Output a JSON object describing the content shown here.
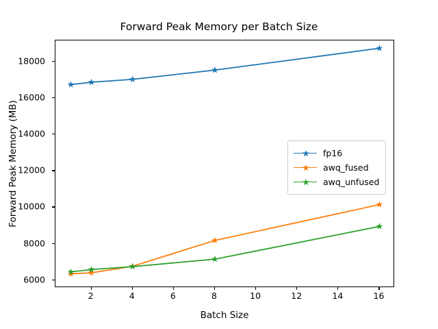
{
  "chart_data": {
    "type": "line",
    "title": "Forward Peak Memory per Batch Size",
    "xlabel": "Batch Size",
    "ylabel": "Forward Peak Memory (MB)",
    "x": [
      1,
      2,
      4,
      8,
      16
    ],
    "xlim": [
      0.25,
      16.75
    ],
    "ylim": [
      5570,
      19180
    ],
    "xticks": [
      2,
      4,
      6,
      8,
      10,
      12,
      14,
      16
    ],
    "xtick_labels": [
      "2",
      "4",
      "6",
      "8",
      "10",
      "12",
      "14",
      "16"
    ],
    "yticks": [
      6000,
      8000,
      10000,
      12000,
      14000,
      16000,
      18000
    ],
    "ytick_labels": [
      "6000",
      "8000",
      "10000",
      "12000",
      "14000",
      "16000",
      "18000"
    ],
    "grid": false,
    "legend_position": "center-right",
    "marker": "star",
    "series": [
      {
        "name": "fp16",
        "color": "#1f77b4",
        "values": [
          16750,
          16880,
          17040,
          17550,
          18750
        ]
      },
      {
        "name": "awq_fused",
        "color": "#ff7f0e",
        "values": [
          6340,
          6400,
          6760,
          8180,
          10150
        ]
      },
      {
        "name": "awq_unfused",
        "color": "#2ca02c",
        "values": [
          6450,
          6580,
          6740,
          7150,
          8950
        ]
      }
    ]
  },
  "legend": {
    "items": [
      {
        "label": "fp16"
      },
      {
        "label": "awq_fused"
      },
      {
        "label": "awq_unfused"
      }
    ]
  }
}
